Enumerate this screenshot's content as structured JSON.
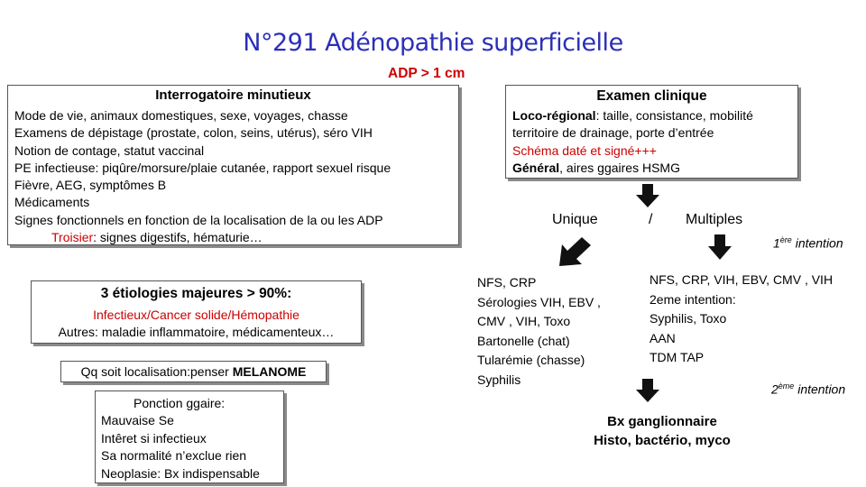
{
  "title": "N°291 Adénopathie superficielle",
  "subtitle": "ADP > 1 cm",
  "interrogatoire": {
    "heading": "Interrogatoire minutieux",
    "lines": [
      "Mode de vie, animaux domestiques, sexe, voyages, chasse",
      "Examens de dépistage (prostate, colon, seins, utérus), séro VIH",
      "Notion de contage, statut vaccinal",
      "PE infectieuse: piqûre/morsure/plaie cutanée, rapport sexuel  risque",
      "Fièvre, AEG, symptômes B",
      " Médicaments",
      "Signes fonctionnels en fonction de la localisation de la ou les ADP"
    ],
    "troisier_label": "Troisier",
    "troisier_text": ": signes digestifs, hématurie…"
  },
  "examen": {
    "heading": "Examen clinique",
    "loco_label": "Loco-régional",
    "loco_text": ": taille, consistance, mobilité",
    "loco_line2": " territoire de drainage, porte d’entrée",
    "schema": "Schéma daté et signé+++",
    "general_label": "Général",
    "general_text": ", aires ggaires  HSMG"
  },
  "etiologies": {
    "heading": "3 étiologies majeures > 90%:",
    "main": "Infectieux/Cancer solide/Hémopathie",
    "others": "Autres: maladie inflammatoire, médicamenteux…"
  },
  "melanome": {
    "prefix": "Qq soit localisation:penser ",
    "bold": "MELANOME"
  },
  "ponction": {
    "heading": "Ponction ggaire:",
    "lines": [
      "Mauvaise Se",
      "Intêret si infectieux",
      "Sa normalité n’exclue rien",
      "Neoplasie: Bx indispensable"
    ]
  },
  "branches": {
    "unique": "Unique",
    "slash": "/",
    "multiples": "Multiples"
  },
  "unique_tests": [
    "NFS, CRP",
    "Sérologies VIH, EBV ,",
    " CMV , VIH, Toxo",
    "Bartonelle (chat)",
    "Tularémie (chasse)",
    "Syphilis"
  ],
  "multiples_tests": [
    "NFS, CRP, VIH, EBV, CMV , VIH",
    "2eme intention:",
    "Syphilis, Toxo",
    "AAN",
    "TDM TAP"
  ],
  "intention1": {
    "num": "1",
    "sup": "ère",
    "text": " intention"
  },
  "intention2": {
    "num": "2",
    "sup": "ème",
    "text": " intention"
  },
  "biopsy": {
    "line1": "Bx ganglionnaire",
    "line2": "Histo, bactério, myco"
  },
  "colors": {
    "title": "#2b2fb8",
    "red": "#cc0000",
    "arrow": "#111111"
  }
}
